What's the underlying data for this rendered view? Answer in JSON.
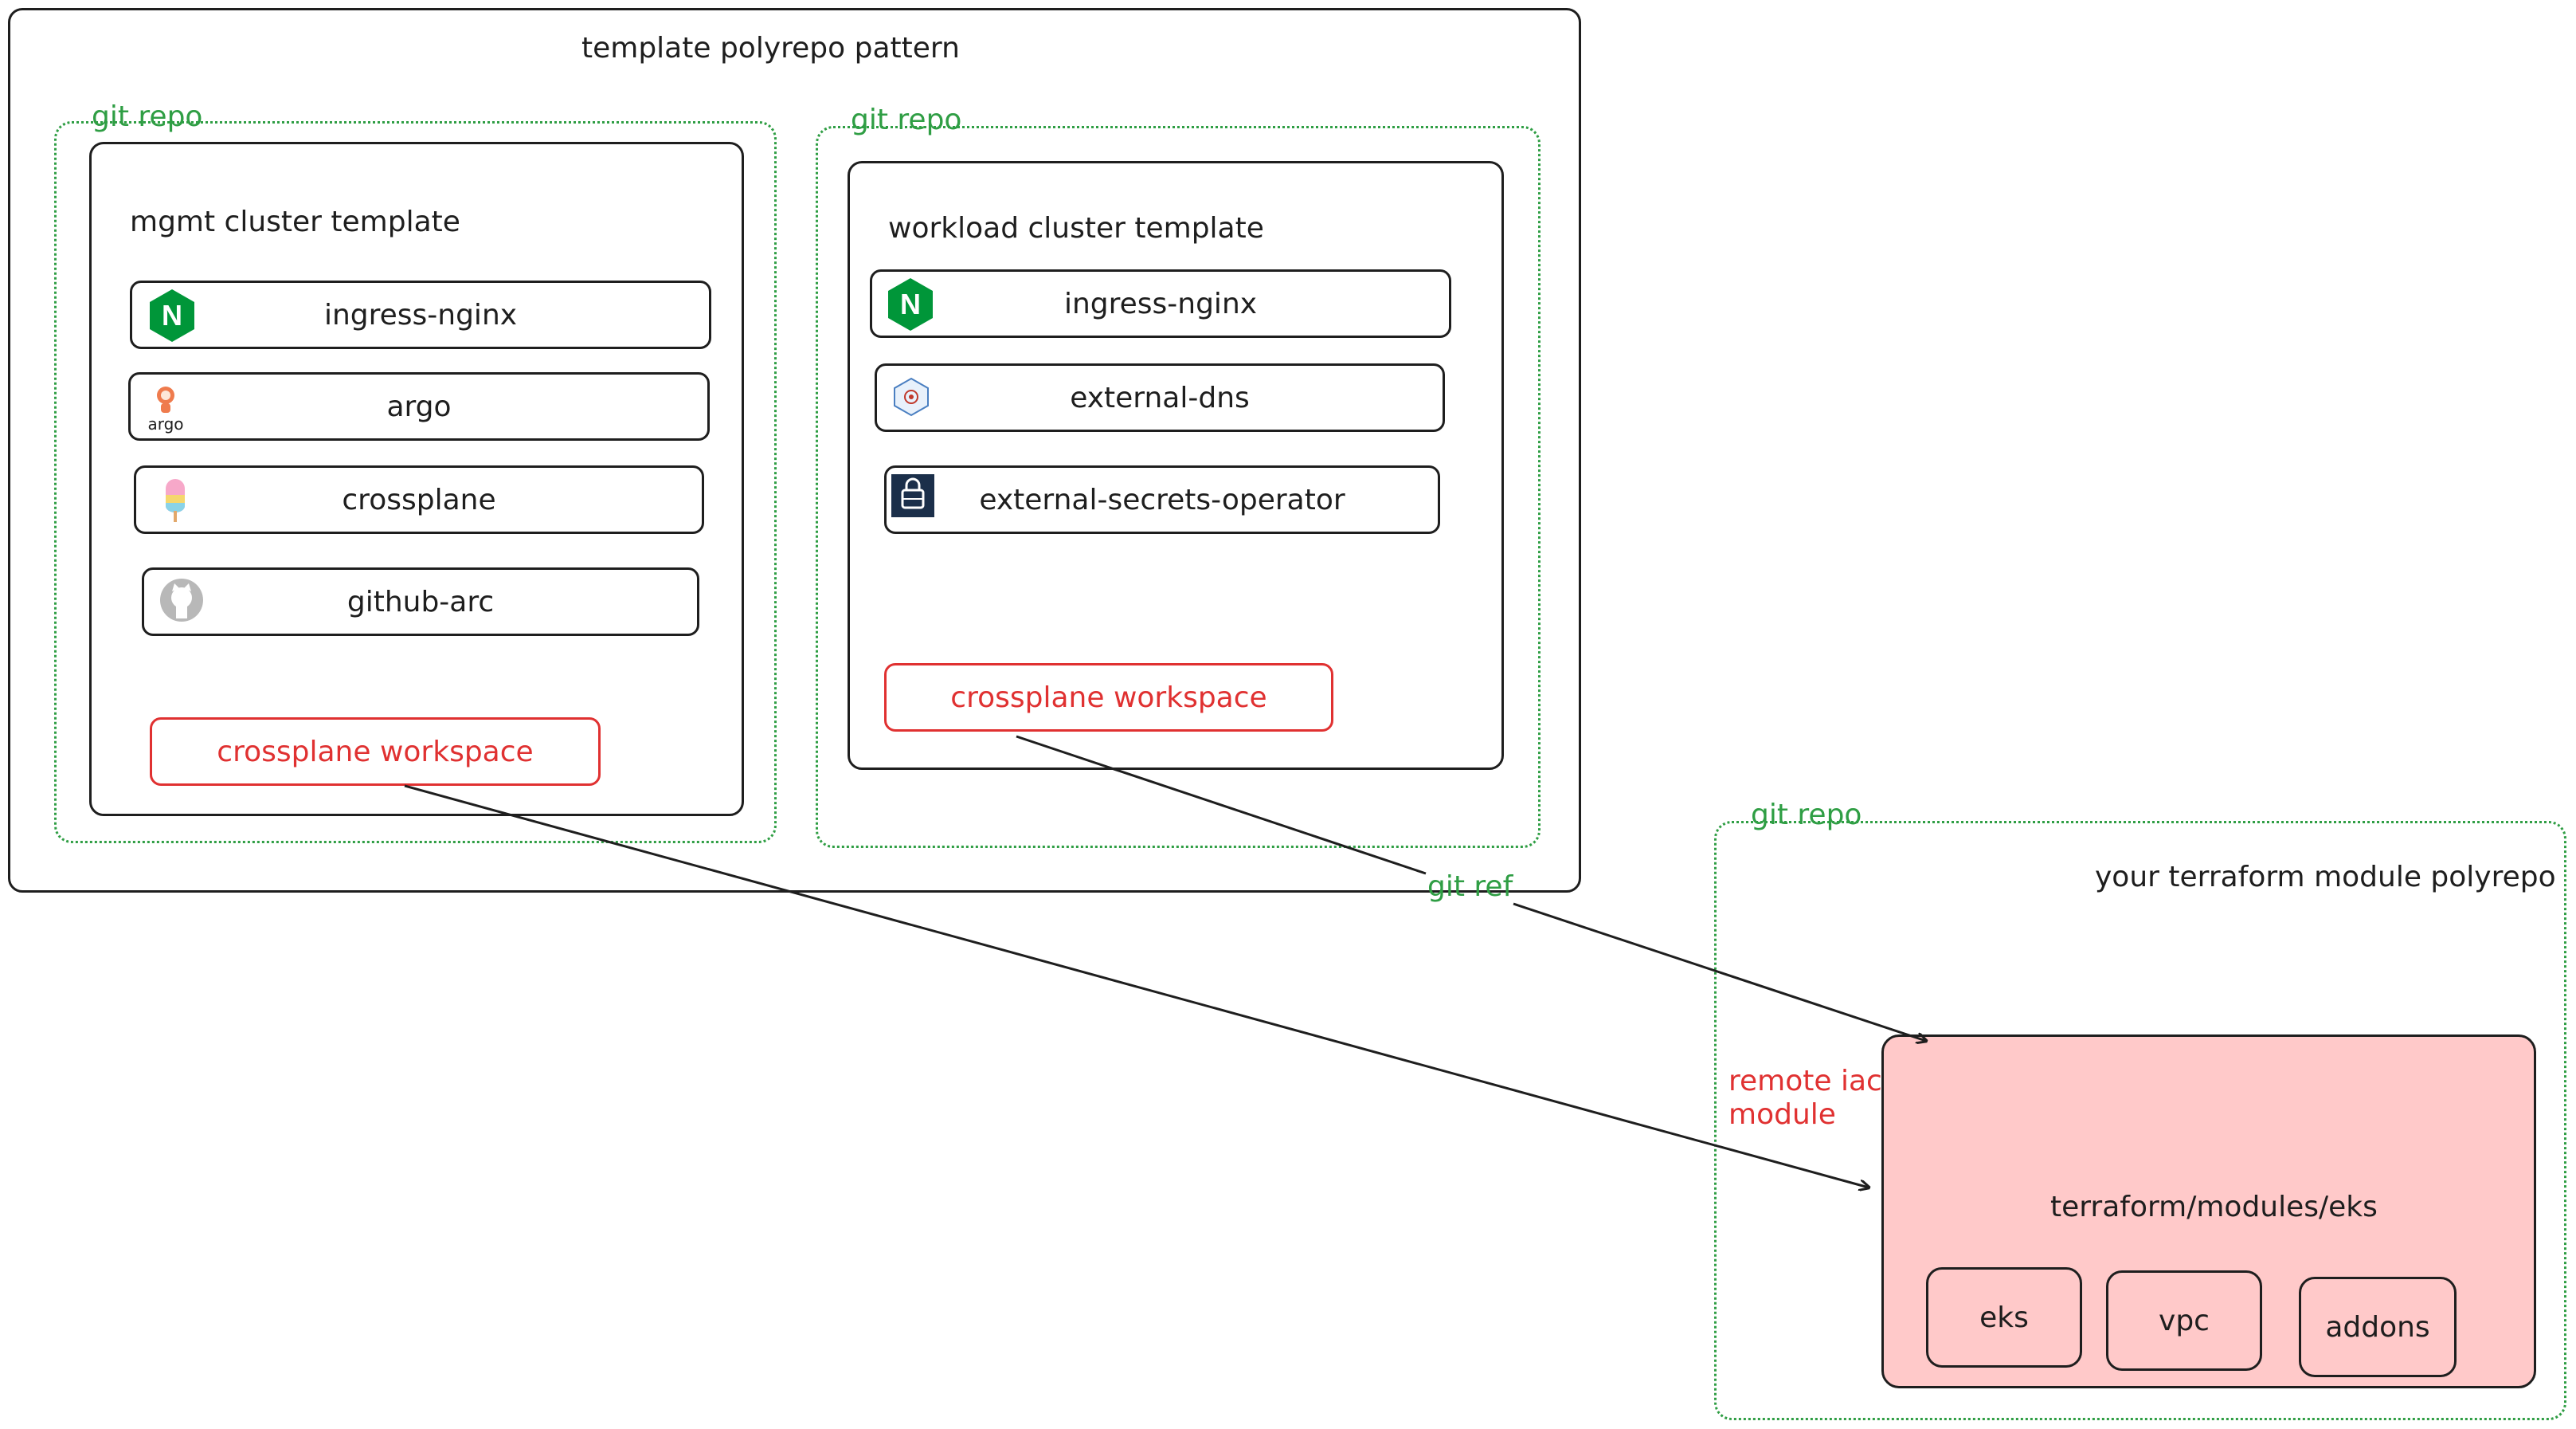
{
  "title": "template polyrepo pattern",
  "git_repo_label": "git repo",
  "mgmt": {
    "title": "mgmt cluster template",
    "items": [
      {
        "label": "ingress-nginx",
        "icon": "nginx-icon"
      },
      {
        "label": "argo",
        "icon": "argo-icon",
        "icon_text": "argo"
      },
      {
        "label": "crossplane",
        "icon": "crossplane-icon"
      },
      {
        "label": "github-arc",
        "icon": "github-icon"
      }
    ],
    "workspace": "crossplane workspace"
  },
  "workload": {
    "title": "workload cluster template",
    "items": [
      {
        "label": "ingress-nginx",
        "icon": "nginx-icon"
      },
      {
        "label": "external-dns",
        "icon": "external-dns-icon"
      },
      {
        "label": "external-secrets-operator",
        "icon": "external-secrets-icon"
      }
    ],
    "workspace": "crossplane workspace"
  },
  "terraform": {
    "title": "your terraform module polyrepo",
    "module_path": "terraform/modules/eks",
    "submodules": [
      "eks",
      "vpc",
      "addons"
    ],
    "remote_label_line1": "remote iac",
    "remote_label_line2": "module"
  },
  "git_ref_label": "git ref",
  "colors": {
    "green": "#2f9e44",
    "red": "#e03131",
    "pink": "#ffc9c9",
    "stroke": "#1e1e1e",
    "nginx": "#009639"
  }
}
